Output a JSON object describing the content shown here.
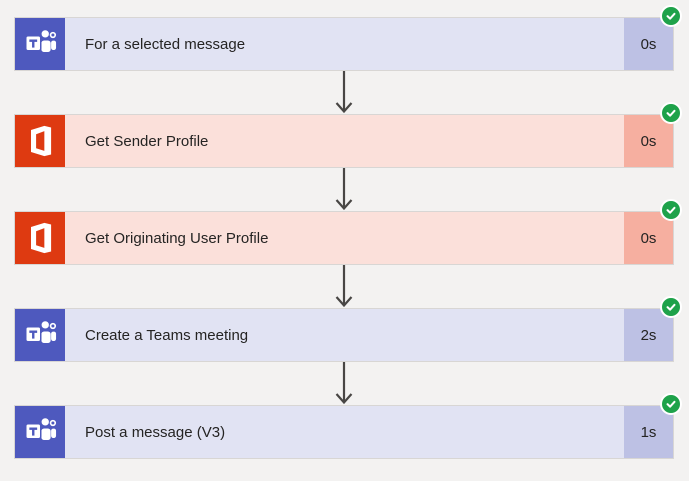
{
  "flow": {
    "steps": [
      {
        "title": "For a selected message",
        "duration": "0s",
        "connector": "teams",
        "status": "succeeded"
      },
      {
        "title": "Get Sender Profile",
        "duration": "0s",
        "connector": "office365",
        "status": "succeeded"
      },
      {
        "title": "Get Originating User Profile",
        "duration": "0s",
        "connector": "office365",
        "status": "succeeded"
      },
      {
        "title": "Create a Teams meeting",
        "duration": "2s",
        "connector": "teams",
        "status": "succeeded"
      },
      {
        "title": "Post a message (V3)",
        "duration": "1s",
        "connector": "teams",
        "status": "succeeded"
      }
    ]
  },
  "colors": {
    "page_background": "#F3F2F1",
    "teams_icon_bg": "#4E59BE",
    "teams_card_bg": "#E1E3F3",
    "teams_duration_bg": "#BDC1E4",
    "office_icon_bg": "#DE3A11",
    "office_card_bg": "#FBE0DA",
    "office_duration_bg": "#F6AFA0",
    "success_green": "#1EA24A",
    "arrow_gray": "#484644",
    "text": "#252423"
  },
  "icons": {
    "teams": "teams-icon",
    "office365": "office365-icon",
    "success": "check-icon",
    "arrow": "arrow-down-icon"
  }
}
